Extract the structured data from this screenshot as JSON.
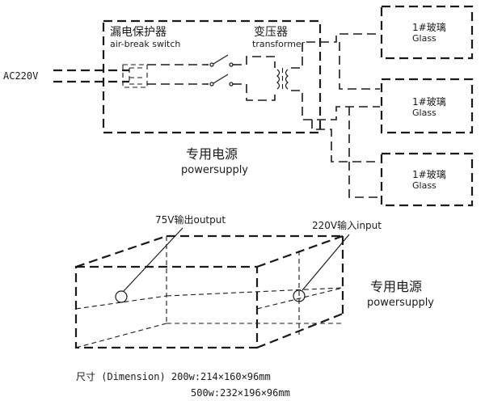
{
  "schematic": {
    "input_label": "AC220V",
    "breaker": {
      "label_cn": "漏电保护器",
      "label_en": "air-break switch"
    },
    "transformer": {
      "label_cn": "变压器",
      "label_en": "transformer"
    },
    "power_supply": {
      "label_cn": "专用电源",
      "label_en": "powersupply"
    },
    "glass_units": [
      {
        "label_cn": "1#玻璃",
        "label_en": "Glass"
      },
      {
        "label_cn": "1#玻璃",
        "label_en": "Glass"
      },
      {
        "label_cn": "1#玻璃",
        "label_en": "Glass"
      }
    ]
  },
  "box": {
    "output_label": "75V输出output",
    "input_label": "220V输入input",
    "power_supply": {
      "label_cn": "专用电源",
      "label_en": "powersupply"
    }
  },
  "dimensions": {
    "line1": "尺寸 (Dimension) 200w:214×160×96mm",
    "line2": "500w:232×196×96mm"
  }
}
